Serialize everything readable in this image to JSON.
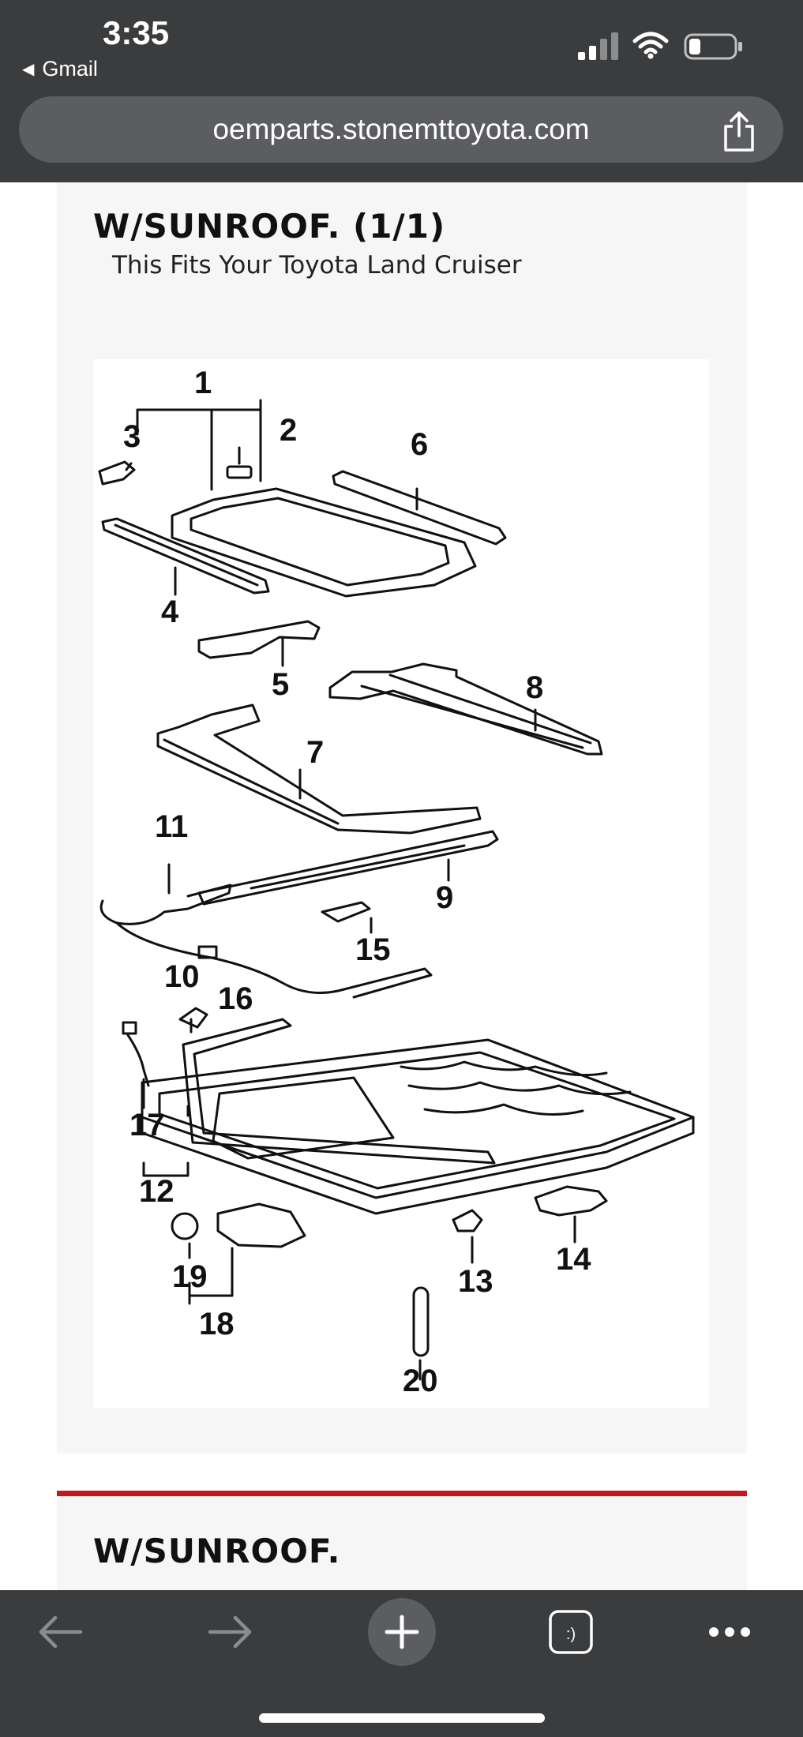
{
  "status_bar": {
    "time": "3:35",
    "back_app": "Gmail"
  },
  "browser": {
    "url": "oemparts.stonemttoyota.com"
  },
  "section": {
    "title": "W/SUNROOF. (1/1)",
    "subtitle": "This Fits Your Toyota Land Cruiser"
  },
  "diagram": {
    "callouts": [
      "1",
      "2",
      "3",
      "4",
      "5",
      "6",
      "7",
      "8",
      "9",
      "10",
      "11",
      "12",
      "13",
      "14",
      "15",
      "16",
      "17",
      "18",
      "19",
      "20"
    ]
  },
  "section2": {
    "title": "W/SUNROOF."
  },
  "colors": {
    "bar": "#3a3c3e",
    "url_pill": "#5b5d60",
    "accent_red": "#c4161c",
    "card": "#f6f6f6"
  },
  "icons": [
    "signal-icon",
    "wifi-icon",
    "battery-icon",
    "share-icon",
    "back-arrow-icon",
    "forward-arrow-icon",
    "new-tab-icon",
    "tabs-icon",
    "more-icon"
  ]
}
